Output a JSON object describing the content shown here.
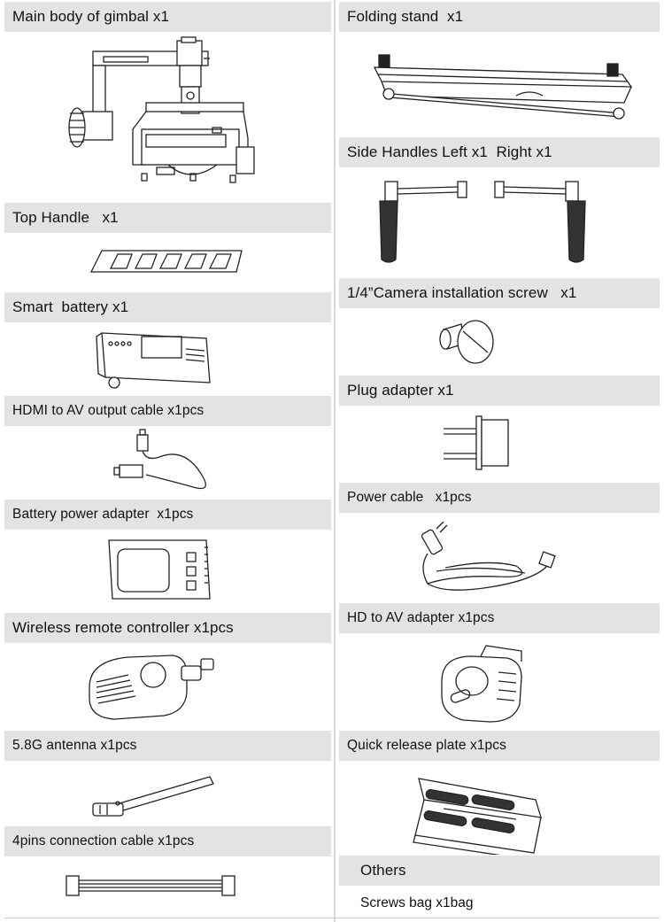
{
  "left": [
    {
      "label": "Main body of gimbal x1",
      "icon": "gimbal-icon"
    },
    {
      "label": "Top Handle   x1",
      "icon": "top-handle-icon"
    },
    {
      "label": "Smart  battery x1",
      "icon": "smart-battery-icon"
    },
    {
      "label": "HDMI to AV output cable x1pcs",
      "icon": "hdmi-cable-icon"
    },
    {
      "label": "Battery power adapter  x1pcs",
      "icon": "battery-adapter-icon"
    },
    {
      "label": "Wireless remote controller x1pcs",
      "icon": "remote-controller-icon"
    },
    {
      "label": "5.8G antenna x1pcs",
      "icon": "antenna-icon"
    },
    {
      "label": "4pins connection cable x1pcs",
      "icon": "connection-cable-icon"
    }
  ],
  "right": [
    {
      "label": "Folding stand  x1",
      "icon": "folding-stand-icon"
    },
    {
      "label": "Side Handles Left x1  Right x1",
      "icon": "side-handles-icon"
    },
    {
      "label": "1/4”Camera installation screw   x1",
      "icon": "camera-screw-icon"
    },
    {
      "label": "Plug adapter x1",
      "icon": "plug-adapter-icon"
    },
    {
      "label": "Power cable   x1pcs",
      "icon": "power-cable-icon"
    },
    {
      "label": "HD to AV adapter x1pcs",
      "icon": "hd-av-adapter-icon"
    },
    {
      "label": "Quick release plate x1pcs",
      "icon": "quick-release-plate-icon"
    }
  ],
  "others": {
    "label": "Others",
    "item": "Screws bag x1bag"
  }
}
